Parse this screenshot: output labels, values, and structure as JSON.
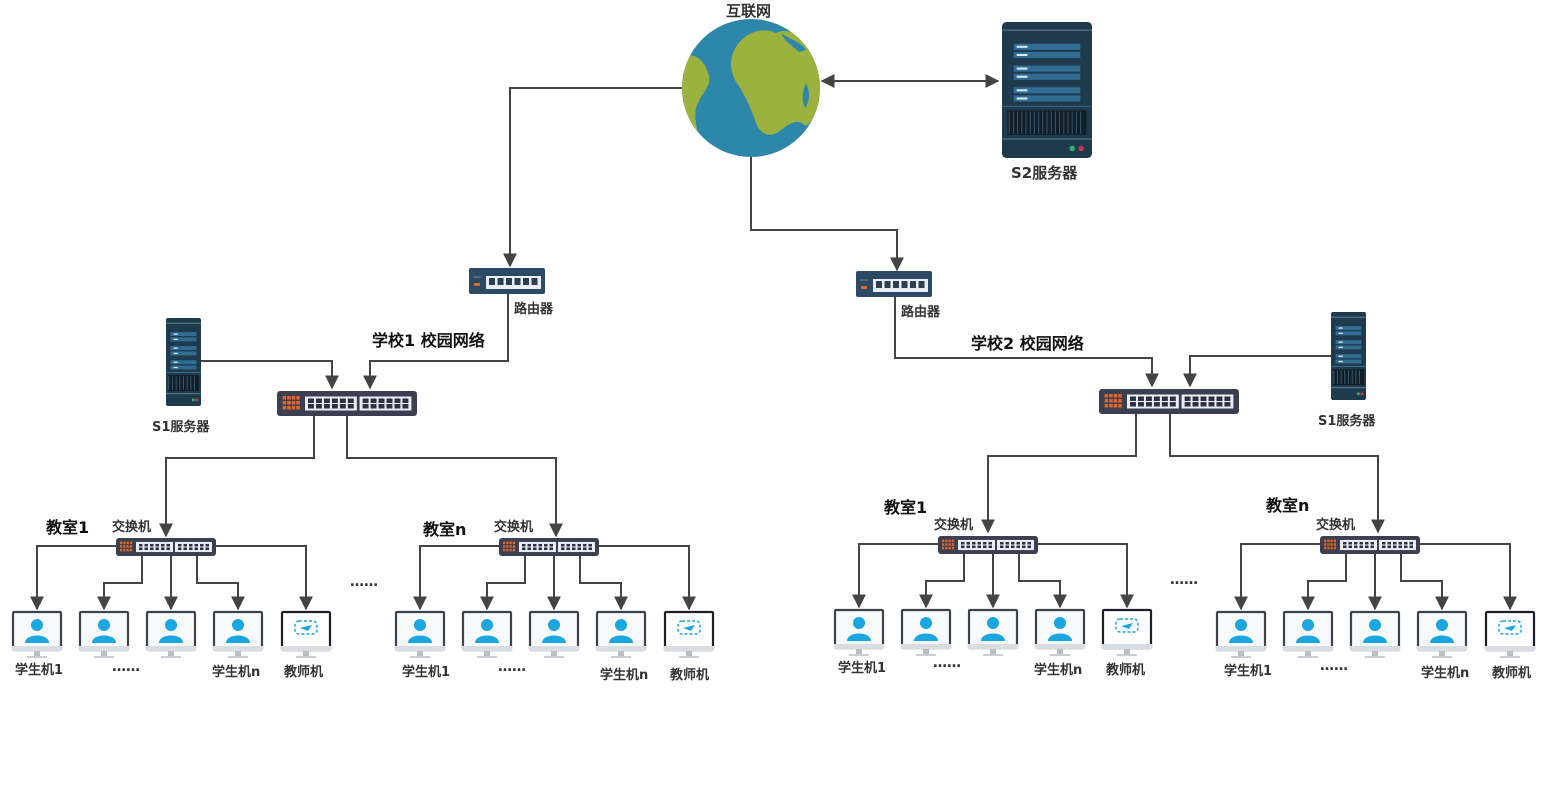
{
  "title": "学校校园网络拓扑图",
  "internet": {
    "label": "互联网",
    "icon": "globe-icon"
  },
  "s2_server": {
    "label": "S2服务器",
    "icon": "server-icon"
  },
  "colors": {
    "line": "#444444",
    "ocean": "#2d87ab",
    "land": "#9bb33e",
    "server_body": "#1f3a4d",
    "server_bar": "#2f6d93",
    "switch_body": "#3b3f4f",
    "port_panel": "#e8eef4",
    "router_body": "#2c4a63",
    "user_icon": "#1aa7e0",
    "led_green": "#2fb36b",
    "led_red": "#c9344a"
  },
  "schools": [
    {
      "id": "school1",
      "network_label": "学校1 校园网络",
      "router_label": "路由器",
      "server_label": "S1服务器",
      "classrooms": [
        {
          "label": "教室1",
          "switch_label": "交换机",
          "computers": [
            {
              "label": "学生机1",
              "type": "student"
            },
            {
              "label": "……",
              "type": "student"
            },
            {
              "label": "",
              "type": "student"
            },
            {
              "label": "学生机n",
              "type": "student"
            },
            {
              "label": "教师机",
              "type": "teacher"
            }
          ]
        },
        {
          "label": "教室n",
          "switch_label": "交换机",
          "computers": [
            {
              "label": "学生机1",
              "type": "student"
            },
            {
              "label": "……",
              "type": "student"
            },
            {
              "label": "",
              "type": "student"
            },
            {
              "label": "学生机n",
              "type": "student"
            },
            {
              "label": "教师机",
              "type": "teacher"
            }
          ]
        }
      ],
      "between_classrooms": "……"
    },
    {
      "id": "school2",
      "network_label": "学校2 校园网络",
      "router_label": "路由器",
      "server_label": "S1服务器",
      "classrooms": [
        {
          "label": "教室1",
          "switch_label": "交换机",
          "computers": [
            {
              "label": "学生机1",
              "type": "student"
            },
            {
              "label": "……",
              "type": "student"
            },
            {
              "label": "",
              "type": "student"
            },
            {
              "label": "学生机n",
              "type": "student"
            },
            {
              "label": "教师机",
              "type": "teacher"
            }
          ]
        },
        {
          "label": "教室n",
          "switch_label": "交换机",
          "computers": [
            {
              "label": "学生机1",
              "type": "student"
            },
            {
              "label": "……",
              "type": "student"
            },
            {
              "label": "",
              "type": "student"
            },
            {
              "label": "学生机n",
              "type": "student"
            },
            {
              "label": "教师机",
              "type": "teacher"
            }
          ]
        }
      ],
      "between_classrooms": "……"
    }
  ]
}
